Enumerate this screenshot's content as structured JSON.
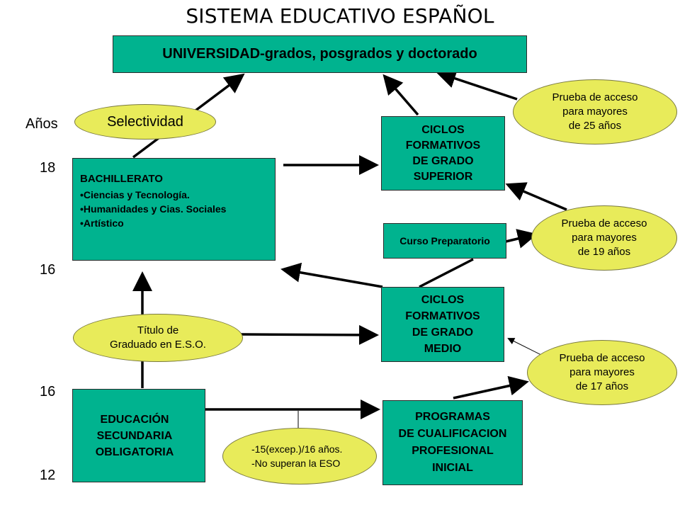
{
  "title": "SISTEMA EDUCATIVO ESPAÑOL",
  "ages": {
    "label": "Años",
    "a18": "18",
    "a16_top": "16",
    "a16_bottom": "16",
    "a12": "12"
  },
  "universidad": "UNIVERSIDAD-grados, posgrados y doctorado",
  "selectividad": "Selectividad",
  "bachillerato": {
    "title": "BACHILLERATO",
    "items": [
      "Ciencias y Tecnología.",
      "Humanidades y Cias. Sociales",
      "Artístico"
    ]
  },
  "ciclos_superior": [
    "CICLOS",
    "FORMATIVOS",
    "DE GRADO",
    "SUPERIOR"
  ],
  "curso_preparatorio": "Curso Preparatorio",
  "ciclos_medio": [
    "CICLOS",
    "FORMATIVOS",
    "DE GRADO",
    "MEDIO"
  ],
  "titulo_eso": [
    "Título de",
    "Graduado en E.S.O."
  ],
  "eso": [
    "EDUCACIÓN",
    "SECUNDARIA",
    "OBLIGATORIA"
  ],
  "pcpi": [
    "PROGRAMAS",
    "DE CUALIFICACION",
    "PROFESIONAL",
    "INICIAL"
  ],
  "excepciones": [
    "-15(excep.)/16  años.",
    "-No superan la ESO"
  ],
  "prueba_25": [
    "Prueba de acceso",
    "para mayores",
    "de 25 años"
  ],
  "prueba_19": [
    "Prueba de acceso",
    "para mayores",
    "de 19 años"
  ],
  "prueba_17": [
    "Prueba de acceso",
    "para mayores",
    "de 17 años"
  ],
  "colors": {
    "box": "#00b38f",
    "ellipse": "#e8eb5a",
    "arrow": "#000000"
  }
}
